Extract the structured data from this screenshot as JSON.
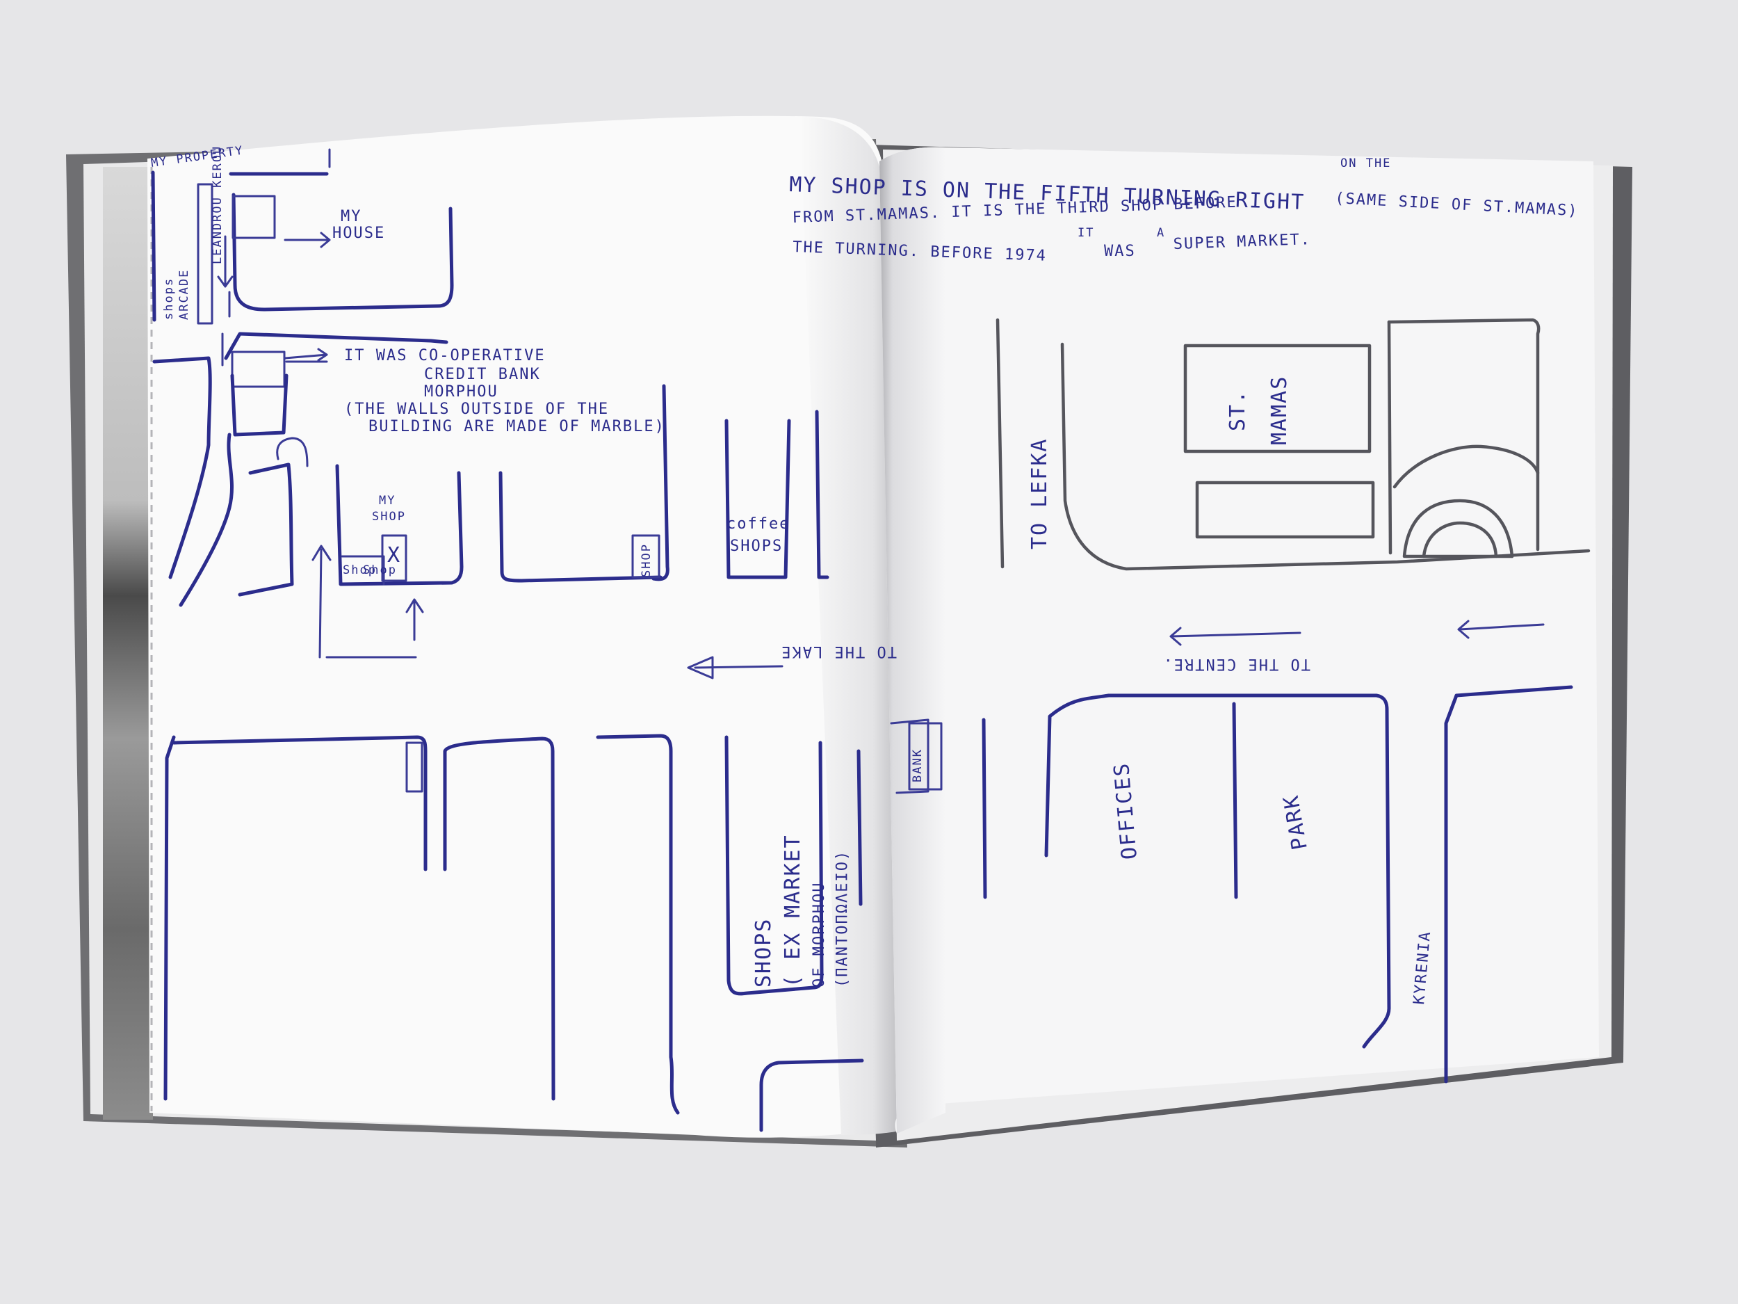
{
  "colors": {
    "background": "#e6e6e8",
    "page": "#fafafa",
    "cover": "#6f6f72",
    "ink": "#2b2c8c",
    "pencil": "#55555c"
  },
  "left_page": {
    "my_property": "MY PROPERTY",
    "street": "LEANDROU KEROU",
    "vertical_note_1": "shops",
    "vertical_note_2": "ARCADE",
    "my_house_1": "MY",
    "my_house_2": "HOUSE",
    "bank_note_1": "IT WAS CO-OPERATIVE",
    "bank_note_2": "CREDIT BANK",
    "bank_note_3": "MORPHOU",
    "marble_note_1": "(THE WALLS OUTSIDE OF THE",
    "marble_note_2": "BUILDING ARE MADE OF MARBLE)",
    "my_shop_1": "MY",
    "my_shop_2": "SHOP",
    "my_shop_mark": "X",
    "small_shop_1": "Shop",
    "small_shop_2": "Shop",
    "shop_box": "SHOP",
    "coffee_1": "coffee",
    "coffee_2": "SHOPS",
    "to_the_lake": "TO THE LAKE",
    "shops_main": "SHOPS",
    "shops_ex": "( EX MARKET",
    "shops_of": "OF MORPHOU",
    "shops_greek": "(ΠΑΝΤΟΠΩΛΕΙΟ)"
  },
  "right_page": {
    "header_1": "MY SHOP IS ON THE FIFTH TURNING RIGHT",
    "header_on_the": "ON THE",
    "header_same_side": "(SAME SIDE OF ST.MAMAS)",
    "header_2": "FROM ST.MAMAS. IT IS THE THIRD SHOP BEFORE",
    "header_3": "THE TURNING. BEFORE 1974",
    "header_it": "IT",
    "header_3b": "WAS",
    "header_a": "A",
    "header_3c": "SUPER MARKET.",
    "to_lefka": "TO LEFKA",
    "st": "ST.",
    "mamas": "MAMAS",
    "to_the_centre": "TO THE CENTRE.",
    "bank": "BANK",
    "offices": "OFFICES",
    "park": "PARK",
    "kyrenia": "KYRENIA"
  }
}
